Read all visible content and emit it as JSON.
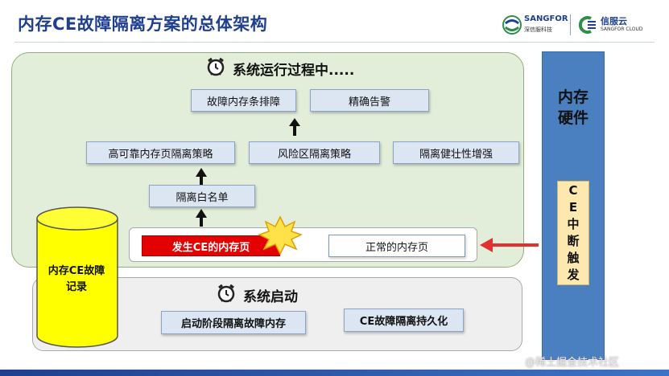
{
  "title": "内存CE故障隔离方案的总体架构",
  "logos": {
    "sangfor_name": "SANGFOR",
    "sangfor_sub": "深信服科技",
    "cloud_name": "信服云",
    "cloud_sub": "SANGFOR CLOUD"
  },
  "runtime": {
    "heading": "系统运行过程中.....",
    "level3": [
      "故障内存条排障",
      "精确告警"
    ],
    "level2": [
      "高可靠内存页隔离策略",
      "风险区隔离策略",
      "隔离健壮性增强"
    ],
    "level1": "隔离白名单",
    "faulty_page": "发生CE的内存页",
    "normal_page": "正常的内存页"
  },
  "startup": {
    "heading": "系统启动",
    "items": [
      "启动阶段隔离故障内存",
      "CE故障隔离持久化"
    ]
  },
  "log_db": "内存CE故障记录",
  "hardware": {
    "label": "内存硬件",
    "trigger": "CE中断触发"
  },
  "watermark": "@稀土掘金技术社区",
  "colors": {
    "title": "#1f3f8f",
    "outer_bg": "#e2eed9",
    "box_bg": "#dce6f2",
    "fault_red": "#e30000",
    "hardware_blue": "#4a7fc0",
    "trigger_bg": "#fde9b0",
    "cylinder_yellow": "#ffff00",
    "arrow_red": "#e03030"
  },
  "icons": [
    "alarm-clock-icon",
    "explosion-icon",
    "up-arrow-icon",
    "left-arrow-icon",
    "database-cylinder-icon"
  ]
}
